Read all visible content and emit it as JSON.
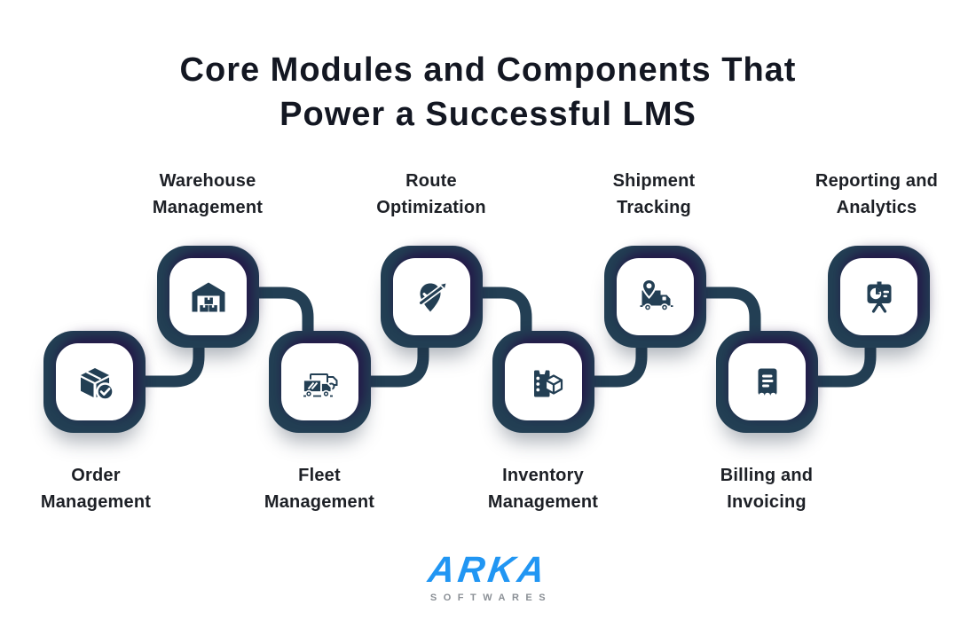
{
  "title": "Core Modules and Components That\nPower a Successful LMS",
  "modules": [
    {
      "id": "order-management",
      "label": "Order\nManagement",
      "icon": "package-check-icon",
      "position": "low"
    },
    {
      "id": "warehouse-management",
      "label": "Warehouse\nManagement",
      "icon": "warehouse-icon",
      "position": "high"
    },
    {
      "id": "fleet-management",
      "label": "Fleet\nManagement",
      "icon": "trucks-icon",
      "position": "low"
    },
    {
      "id": "route-optimization",
      "label": "Route\nOptimization",
      "icon": "pin-arrow-icon",
      "position": "high"
    },
    {
      "id": "inventory-management",
      "label": "Inventory\nManagement",
      "icon": "clipboard-cube-icon",
      "position": "low"
    },
    {
      "id": "shipment-tracking",
      "label": "Shipment\nTracking",
      "icon": "truck-pin-icon",
      "position": "high"
    },
    {
      "id": "billing-invoicing",
      "label": "Billing and\nInvoicing",
      "icon": "receipt-icon",
      "position": "low"
    },
    {
      "id": "reporting-analytics",
      "label": "Reporting and\nAnalytics",
      "icon": "presentation-chart-icon",
      "position": "high"
    }
  ],
  "logo": {
    "name": "ARKA",
    "subtitle": "SOFTWARES"
  },
  "colors": {
    "navy": "#233f54",
    "shadow_purple": "#241046",
    "logo_blue": "#2196f3",
    "subtitle_gray": "#8b9096",
    "background": "#ffffff",
    "text": "#131722"
  }
}
